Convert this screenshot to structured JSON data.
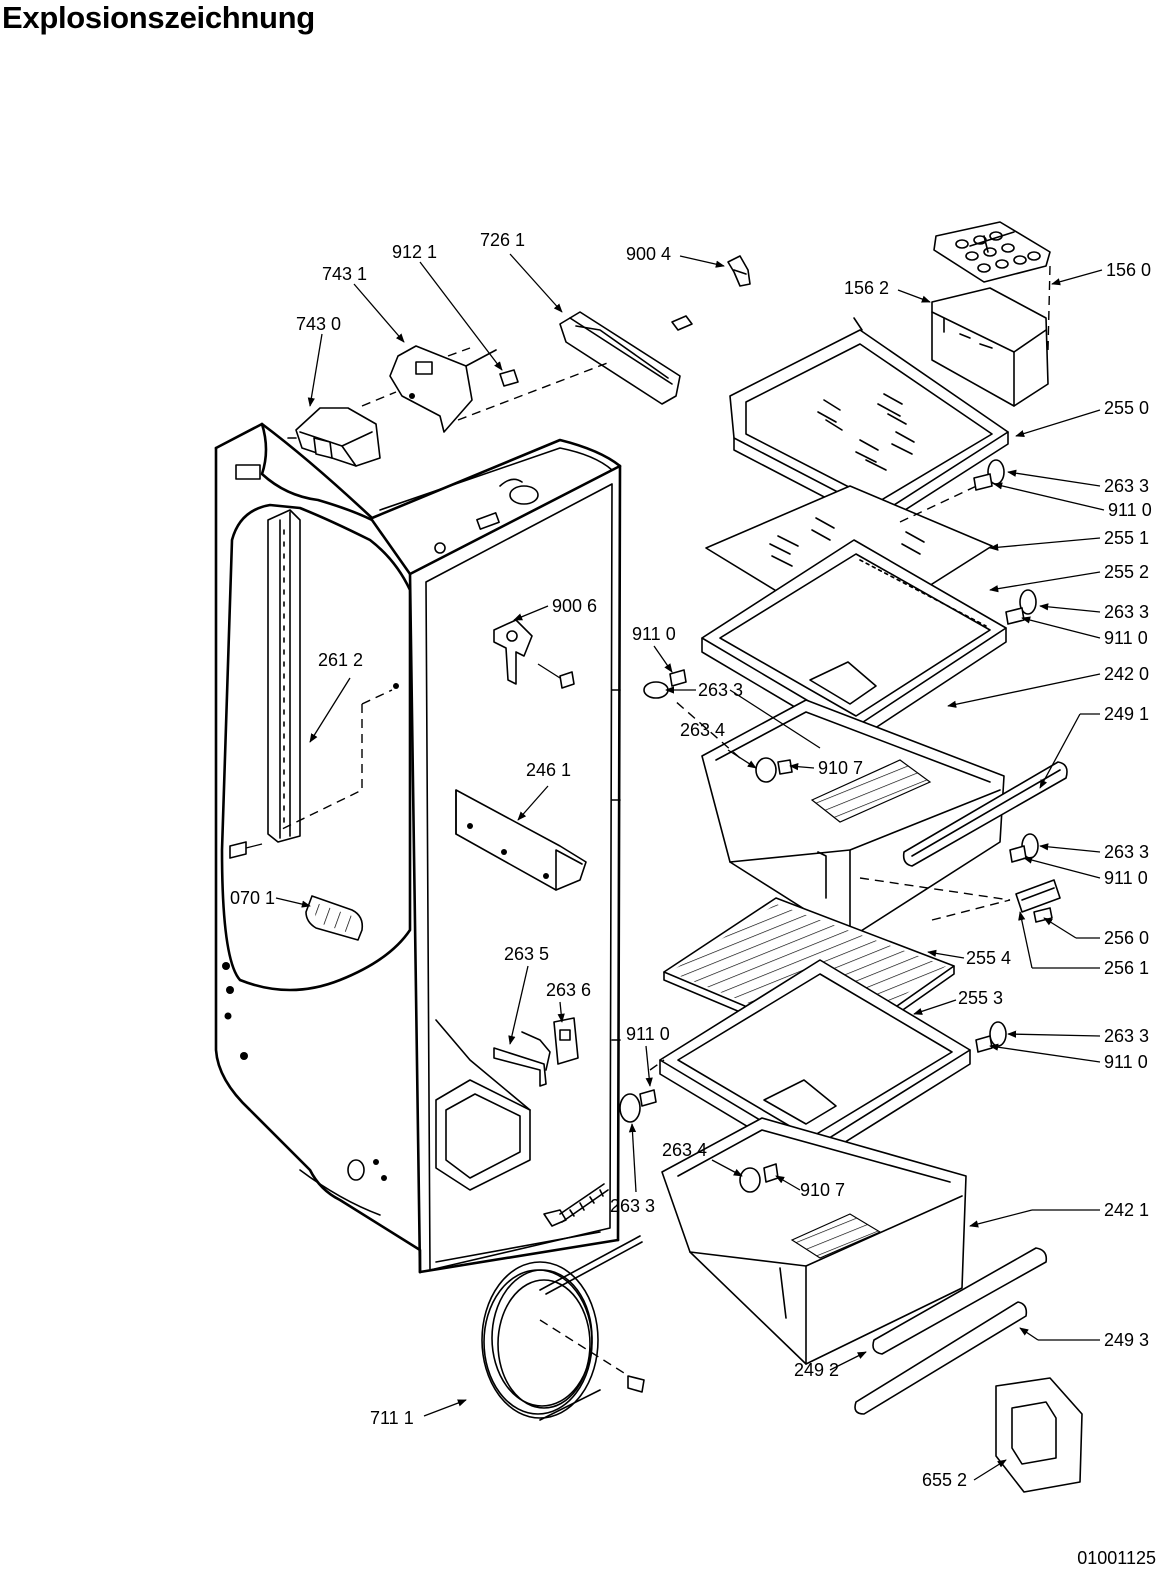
{
  "title": "Explosionszeichnung",
  "doc_number": "01001125",
  "labels": [
    {
      "id": "7261",
      "text": "726 1"
    },
    {
      "id": "9121",
      "text": "912 1"
    },
    {
      "id": "7431",
      "text": "743 1"
    },
    {
      "id": "7430",
      "text": "743 0"
    },
    {
      "id": "9004",
      "text": "900 4"
    },
    {
      "id": "1562",
      "text": "156 2"
    },
    {
      "id": "1560",
      "text": "156 0"
    },
    {
      "id": "2550",
      "text": "255 0"
    },
    {
      "id": "2633a",
      "text": "263 3"
    },
    {
      "id": "9110a",
      "text": "911 0"
    },
    {
      "id": "2551",
      "text": "255 1"
    },
    {
      "id": "2552",
      "text": "255 2"
    },
    {
      "id": "2633b",
      "text": "263 3"
    },
    {
      "id": "9110b",
      "text": "911 0"
    },
    {
      "id": "9006",
      "text": "900 6"
    },
    {
      "id": "9110c",
      "text": "911 0"
    },
    {
      "id": "2633c",
      "text": "263 3"
    },
    {
      "id": "2420",
      "text": "242 0"
    },
    {
      "id": "2491",
      "text": "249 1"
    },
    {
      "id": "2612",
      "text": "261 2"
    },
    {
      "id": "2634a",
      "text": "263 4"
    },
    {
      "id": "9107a",
      "text": "910 7"
    },
    {
      "id": "2461",
      "text": "246 1"
    },
    {
      "id": "2633d",
      "text": "263 3"
    },
    {
      "id": "9110d",
      "text": "911 0"
    },
    {
      "id": "0701",
      "text": "070 1"
    },
    {
      "id": "2560",
      "text": "256 0"
    },
    {
      "id": "2635",
      "text": "263 5"
    },
    {
      "id": "2554",
      "text": "255 4"
    },
    {
      "id": "2561",
      "text": "256 1"
    },
    {
      "id": "2636",
      "text": "263 6"
    },
    {
      "id": "2553",
      "text": "255 3"
    },
    {
      "id": "9110e",
      "text": "911 0"
    },
    {
      "id": "2633e",
      "text": "263 3"
    },
    {
      "id": "9110f",
      "text": "911 0"
    },
    {
      "id": "2634b",
      "text": "263 4"
    },
    {
      "id": "9107b",
      "text": "910 7"
    },
    {
      "id": "2633f",
      "text": "263 3"
    },
    {
      "id": "2421",
      "text": "242 1"
    },
    {
      "id": "2493",
      "text": "249 3"
    },
    {
      "id": "2492",
      "text": "249 2"
    },
    {
      "id": "7111",
      "text": "711 1"
    },
    {
      "id": "6552",
      "text": "655 2"
    }
  ]
}
